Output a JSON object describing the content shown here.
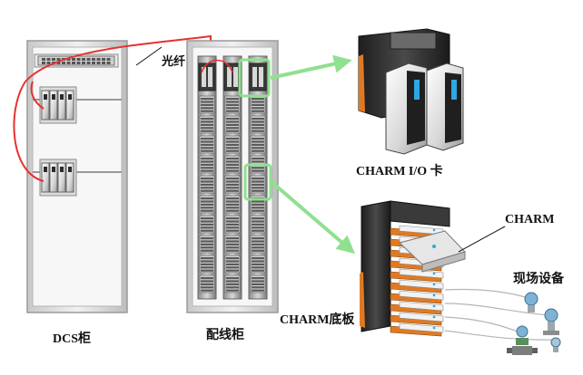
{
  "labels": {
    "fiber": "光纤",
    "dcs_cabinet": "DCS柜",
    "marshalling_cabinet": "配线柜",
    "charm_io_card": "CHARM I/O 卡",
    "charm": "CHARM",
    "field_devices": "现场设备",
    "charm_baseplate": "CHARM底板"
  },
  "colors": {
    "fiber_cable": "#e8312e",
    "highlight": "#8fe08f",
    "cabinet_frame": "#9a9a9a",
    "module_orange": "#e07a22",
    "module_dark": "#2d2d2d"
  }
}
